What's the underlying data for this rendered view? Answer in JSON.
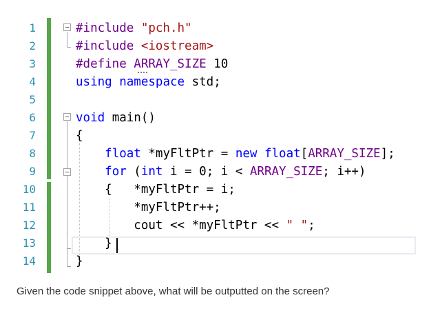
{
  "editor": {
    "line_numbers": [
      "1",
      "2",
      "3",
      "4",
      "5",
      "6",
      "7",
      "8",
      "9",
      "10",
      "11",
      "12",
      "13",
      "14"
    ],
    "lines": [
      [
        {
          "t": "#include ",
          "c": "macro"
        },
        {
          "t": "\"pch.h\"",
          "c": "str"
        }
      ],
      [
        {
          "t": "#include ",
          "c": "macro"
        },
        {
          "t": "<iostream>",
          "c": "str"
        }
      ],
      [
        {
          "t": "#define ",
          "c": "macro"
        },
        {
          "t": "ARRAY_SIZE",
          "c": "macro"
        },
        {
          "t": " 10",
          "c": ""
        }
      ],
      [
        {
          "t": "using",
          "c": "kw"
        },
        {
          "t": " ",
          "c": ""
        },
        {
          "t": "namespace",
          "c": "kw"
        },
        {
          "t": " std;",
          "c": ""
        }
      ],
      [],
      [
        {
          "t": "void",
          "c": "kw"
        },
        {
          "t": " main()",
          "c": ""
        }
      ],
      [
        {
          "t": "{",
          "c": ""
        }
      ],
      [
        {
          "t": "    ",
          "c": ""
        },
        {
          "t": "float",
          "c": "kw"
        },
        {
          "t": " *myFltPtr = ",
          "c": ""
        },
        {
          "t": "new",
          "c": "kw"
        },
        {
          "t": " ",
          "c": ""
        },
        {
          "t": "float",
          "c": "kw"
        },
        {
          "t": "[",
          "c": ""
        },
        {
          "t": "ARRAY_SIZE",
          "c": "macro"
        },
        {
          "t": "];",
          "c": ""
        }
      ],
      [
        {
          "t": "    ",
          "c": ""
        },
        {
          "t": "for",
          "c": "kw"
        },
        {
          "t": " (",
          "c": ""
        },
        {
          "t": "int",
          "c": "kw"
        },
        {
          "t": " i = 0; i < ",
          "c": ""
        },
        {
          "t": "ARRAY_SIZE",
          "c": "macro"
        },
        {
          "t": "; i++)",
          "c": ""
        }
      ],
      [
        {
          "t": "    {   *myFltPtr = i;",
          "c": ""
        }
      ],
      [
        {
          "t": "        *myFltPtr++;",
          "c": ""
        }
      ],
      [
        {
          "t": "        cout << *myFltPtr << ",
          "c": ""
        },
        {
          "t": "\" \"",
          "c": "str"
        },
        {
          "t": ";",
          "c": ""
        }
      ],
      [
        {
          "t": "    }",
          "c": ""
        }
      ],
      [
        {
          "t": "}",
          "c": ""
        }
      ]
    ]
  },
  "question": {
    "text": "Given the code snippet above, what will be outputted on the screen?"
  }
}
